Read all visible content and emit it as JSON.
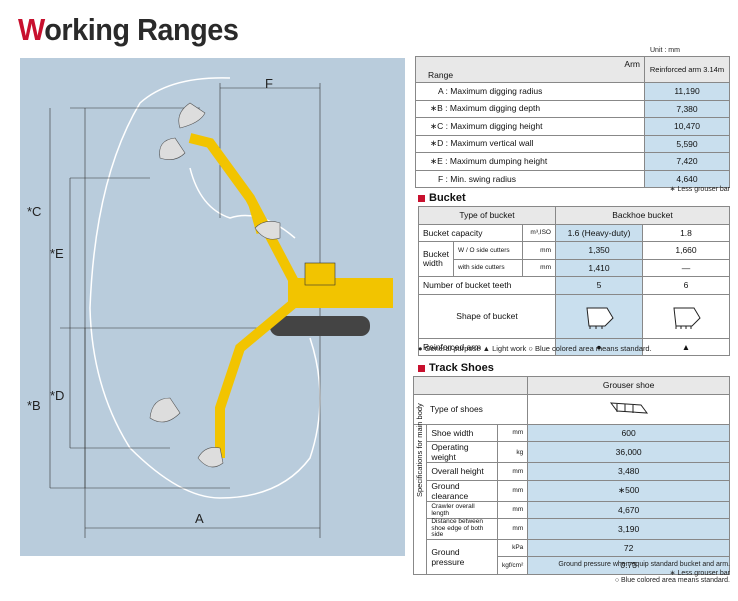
{
  "title_first": "W",
  "title_rest": "orking Ranges",
  "labels": {
    "C": "*C",
    "E": "*E",
    "B": "*B",
    "D": "*D",
    "F": "F",
    "A": "A"
  },
  "range": {
    "unit": "Unit : mm",
    "col_arm": "Arm",
    "col_range": "Range",
    "col_value": "Reinforced arm 3.14m",
    "rows": [
      {
        "label": "A : Maximum digging radius",
        "value": "11,190"
      },
      {
        "label": "∗B : Maximum digging depth",
        "value": "7,380"
      },
      {
        "label": "∗C : Maximum digging height",
        "value": "10,470"
      },
      {
        "label": "∗D : Maximum vertical wall",
        "value": "5,590"
      },
      {
        "label": "∗E : Maximum dumping height",
        "value": "7,420"
      },
      {
        "label": "F : Min. swing radius",
        "value": "4,640"
      }
    ],
    "note": "∗ Less grouser bar"
  },
  "bucket": {
    "title": "Bucket",
    "type_label": "Type of bucket",
    "type_value": "Backhoe bucket",
    "capacity_label": "Bucket capacity",
    "capacity_unit": "m³,ISO",
    "cap1": "1.6 (Heavy-duty)",
    "cap2": "1.8",
    "width_label": "Bucket width",
    "wo_label": "W / O side cutters",
    "wo_unit": "mm",
    "wo1": "1,350",
    "wo2": "1,660",
    "with_label": "with side cutters",
    "with_unit": "mm",
    "with1": "1,410",
    "with2": "—",
    "teeth_label": "Number of bucket teeth",
    "teeth1": "5",
    "teeth2": "6",
    "shape_label": "Shape of bucket",
    "arm_label": "Reinforced arm",
    "arm1": "●",
    "arm2": "▲",
    "legend": "● General purpose   ▲ Light work   ○ Blue colored area means standard."
  },
  "track": {
    "title": "Track Shoes",
    "header": "Grouser shoe",
    "type_label": "Type of shoes",
    "side_label": "Specifications for main body",
    "rows": [
      {
        "label": "Shoe width",
        "unit": "mm",
        "value": "600"
      },
      {
        "label": "Operating weight",
        "unit": "kg",
        "value": "36,000"
      },
      {
        "label": "Overall height",
        "unit": "mm",
        "value": "3,480"
      },
      {
        "label": "Ground clearance",
        "unit": "mm",
        "value": "∗500"
      },
      {
        "label": "Crawler overall length",
        "unit": "mm",
        "value": "4,670"
      },
      {
        "label": "Distance between shoe edge of both side",
        "unit": "mm",
        "value": "3,190"
      }
    ],
    "gp_label": "Ground pressure",
    "gp_unit1": "kPa",
    "gp1": "72",
    "gp_unit2": "kgf/cm²",
    "gp2": "0.73",
    "note1": "Ground pressure when equip standard bucket and arm.",
    "note2": "∗ Less grouser bar",
    "note3": "○ Blue colored area means standard."
  }
}
